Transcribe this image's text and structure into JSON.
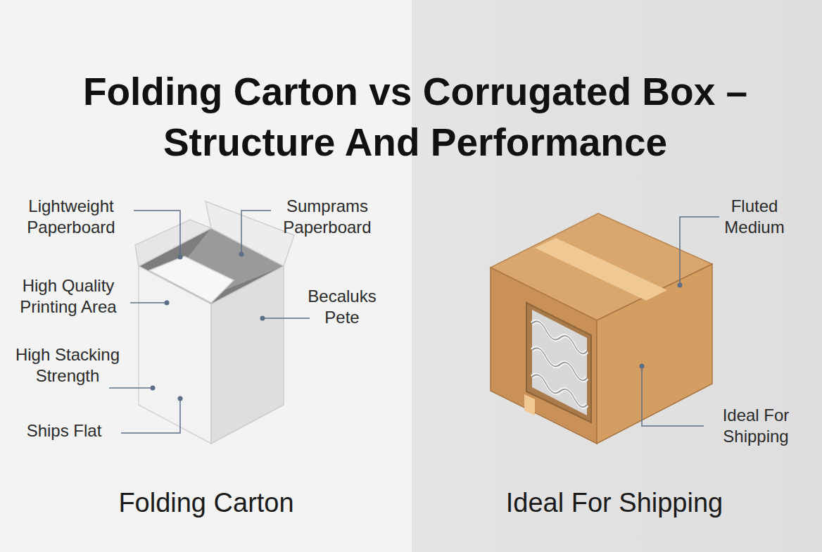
{
  "diagram": {
    "title": "Folding Carton vs Corrugated Box – Structure And Performance",
    "labels": [
      "Lightweight Paperboard",
      "Sumprams Paperboard",
      "High Quality Printing Area",
      "Becaluks Pete",
      "High Stacking Strength",
      "Ships Flat",
      "Fluted Medium",
      "Ideal For Shipping",
      "Folding Carton",
      "Ideal For Shipping"
    ]
  }
}
